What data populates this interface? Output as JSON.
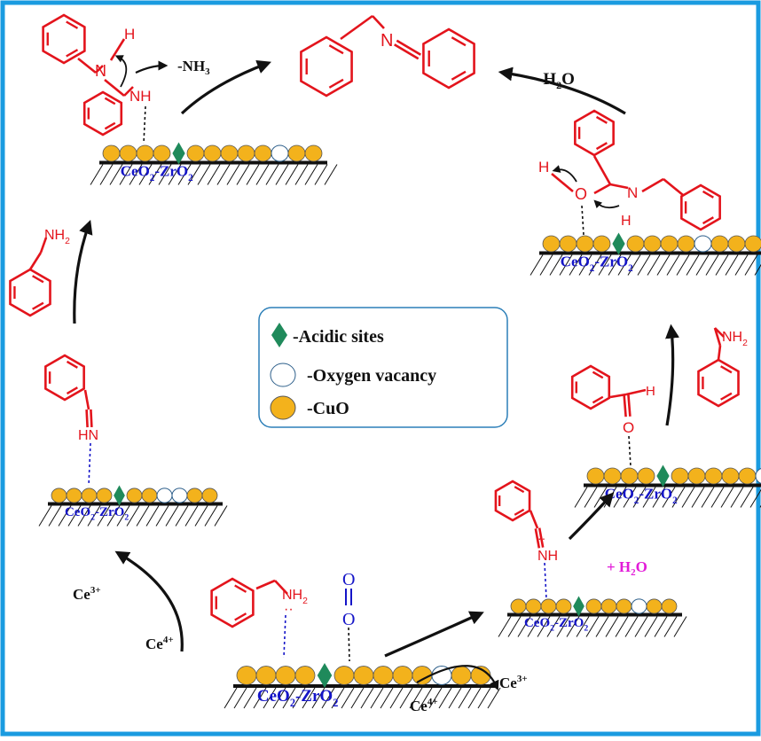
{
  "legend": {
    "acidic": "-Acidic sites",
    "vacancy": "-Oxygen vacancy",
    "cuo": "-CuO"
  },
  "support": {
    "ce": "CeO",
    "zr": "-ZrO",
    "sub": "2"
  },
  "species": {
    "nh3": "-NH",
    "nh3_sub": "3",
    "h2o": "-H",
    "h2o_sub": "2",
    "h2o_o": "O",
    "plus_h2o": "+ H",
    "plus_h2o_sub": "2",
    "plus_h2o_o": "O",
    "ce_base": "Ce",
    "ce3": "3+",
    "ce4": "4+"
  },
  "atoms": {
    "nh2": "NH",
    "nh2_sub": "2",
    "nh": "NH",
    "n": "N",
    "h": "H",
    "o": "O",
    "hn": "HN",
    "dots": "··"
  },
  "colors": {
    "frame": "#1a9be0",
    "molecule": "#e3141c",
    "support_text": "#1515c8",
    "cuo": "#f3b21c",
    "acidic": "#1f8a5b",
    "vacancy": "#ffffff",
    "o2": "#1515c8",
    "water": "#e21bd8"
  },
  "icons": [
    "acidic-site-diamond-icon",
    "oxygen-vacancy-circle-icon",
    "cuo-circle-icon",
    "cycle-arrow-icon"
  ]
}
